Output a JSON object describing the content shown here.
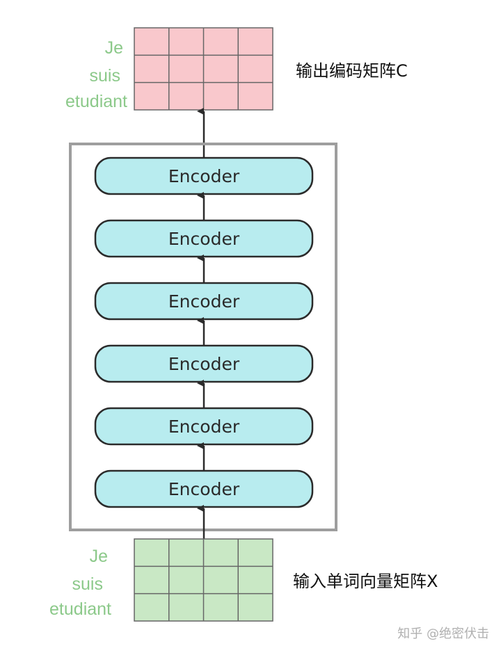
{
  "output_matrix": {
    "words": [
      "Je",
      "suis",
      "etudiant"
    ],
    "label": "输出编码矩阵C",
    "rows": 3,
    "cols": 4,
    "fill": "#f9c8cc",
    "stroke": "#666666"
  },
  "encoder_stack": {
    "encoders": [
      {
        "label": "Encoder"
      },
      {
        "label": "Encoder"
      },
      {
        "label": "Encoder"
      },
      {
        "label": "Encoder"
      },
      {
        "label": "Encoder"
      },
      {
        "label": "Encoder"
      }
    ],
    "encoder_fill": "#b8ecef",
    "encoder_stroke": "#2b2b2b",
    "frame_stroke": "#9e9e9e"
  },
  "input_matrix": {
    "words": [
      "Je",
      "suis",
      "etudiant"
    ],
    "label": "输入单词向量矩阵X",
    "rows": 3,
    "cols": 4,
    "fill": "#c9e8c5",
    "stroke": "#666666"
  },
  "word_color": "#8cc98a",
  "arrow_color": "#2b2b2b",
  "watermark": "知乎 @绝密伏击"
}
